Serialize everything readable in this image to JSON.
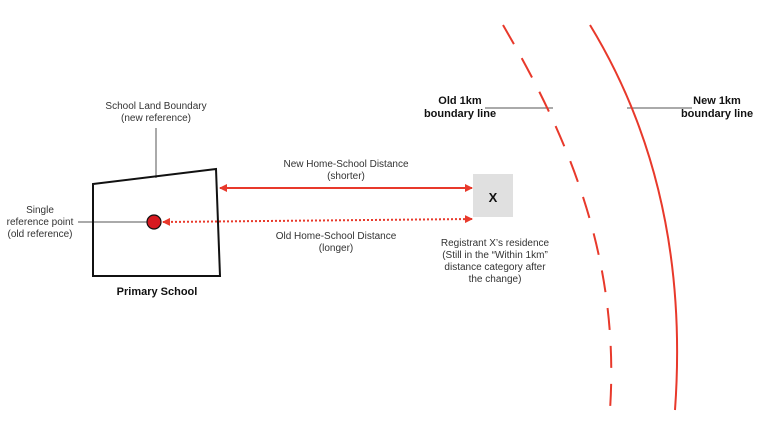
{
  "school": {
    "boundary_label": "School Land Boundary\n(new reference)",
    "reference_point_label": "Single\nreference point\n(old reference)",
    "name": "Primary School"
  },
  "distances": {
    "new_label": "New Home-School Distance\n(shorter)",
    "old_label": "Old Home-School Distance\n(longer)"
  },
  "residence": {
    "marker": "X",
    "caption": "Registrant X’s residence\n(Still in the “Within 1km”\ndistance category after\nthe change)"
  },
  "boundaries": {
    "old_label": "Old 1km\nboundary line",
    "new_label": "New 1km\nboundary line"
  },
  "colors": {
    "accent": "#e8392b",
    "reference_dot": "#d71920",
    "outline": "#111111",
    "house_fill": "#e0e0e0",
    "leader": "#555555"
  }
}
